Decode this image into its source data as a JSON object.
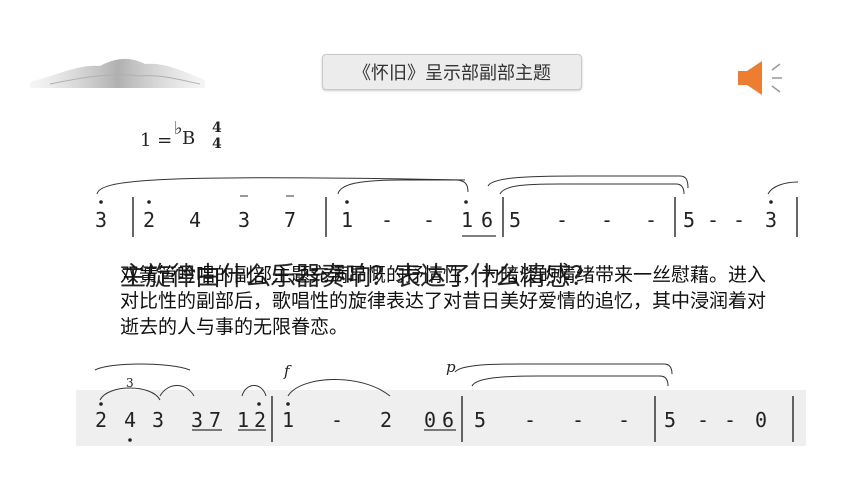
{
  "title": "《怀旧》呈示部副部主题",
  "key_signature": {
    "one": "1",
    "flat": "♭",
    "key": "B",
    "time_num": "4",
    "time_den": "4"
  },
  "staff1_notes": [
    "3",
    "2",
    "4",
    "3",
    "7",
    "1",
    "-",
    "-",
    "1",
    "6",
    "5",
    "-",
    "-",
    "-",
    "5",
    "-",
    "-",
    "3"
  ],
  "staff2_notes": [
    "2",
    "4",
    "3",
    "3",
    "7",
    "1",
    "2",
    "1",
    "-",
    "2",
    "0",
    "6",
    "5",
    "-",
    "-",
    "-",
    "5",
    "-",
    "-",
    "0"
  ],
  "triplet_label": "3",
  "dynamics": {
    "f": "f",
    "p": "p"
  },
  "question_overlay": "主旋律由什么乐器奏响？表达了什么情感？",
  "description": "双簧管吟唱的副部主题充满昂慨的抒情性，为暗淡的情绪带来一丝慰藉。进入对比性的副部后，歌唱性的旋律表达了对昔日美好爱情的追忆，其中浸润着对逝去的人与事的无限眷恋。",
  "colors": {
    "speaker": "#ed7d31",
    "title_bg": "#ececec"
  },
  "icons": {
    "speaker": "speaker-icon",
    "mountain": "mountain-icon"
  }
}
